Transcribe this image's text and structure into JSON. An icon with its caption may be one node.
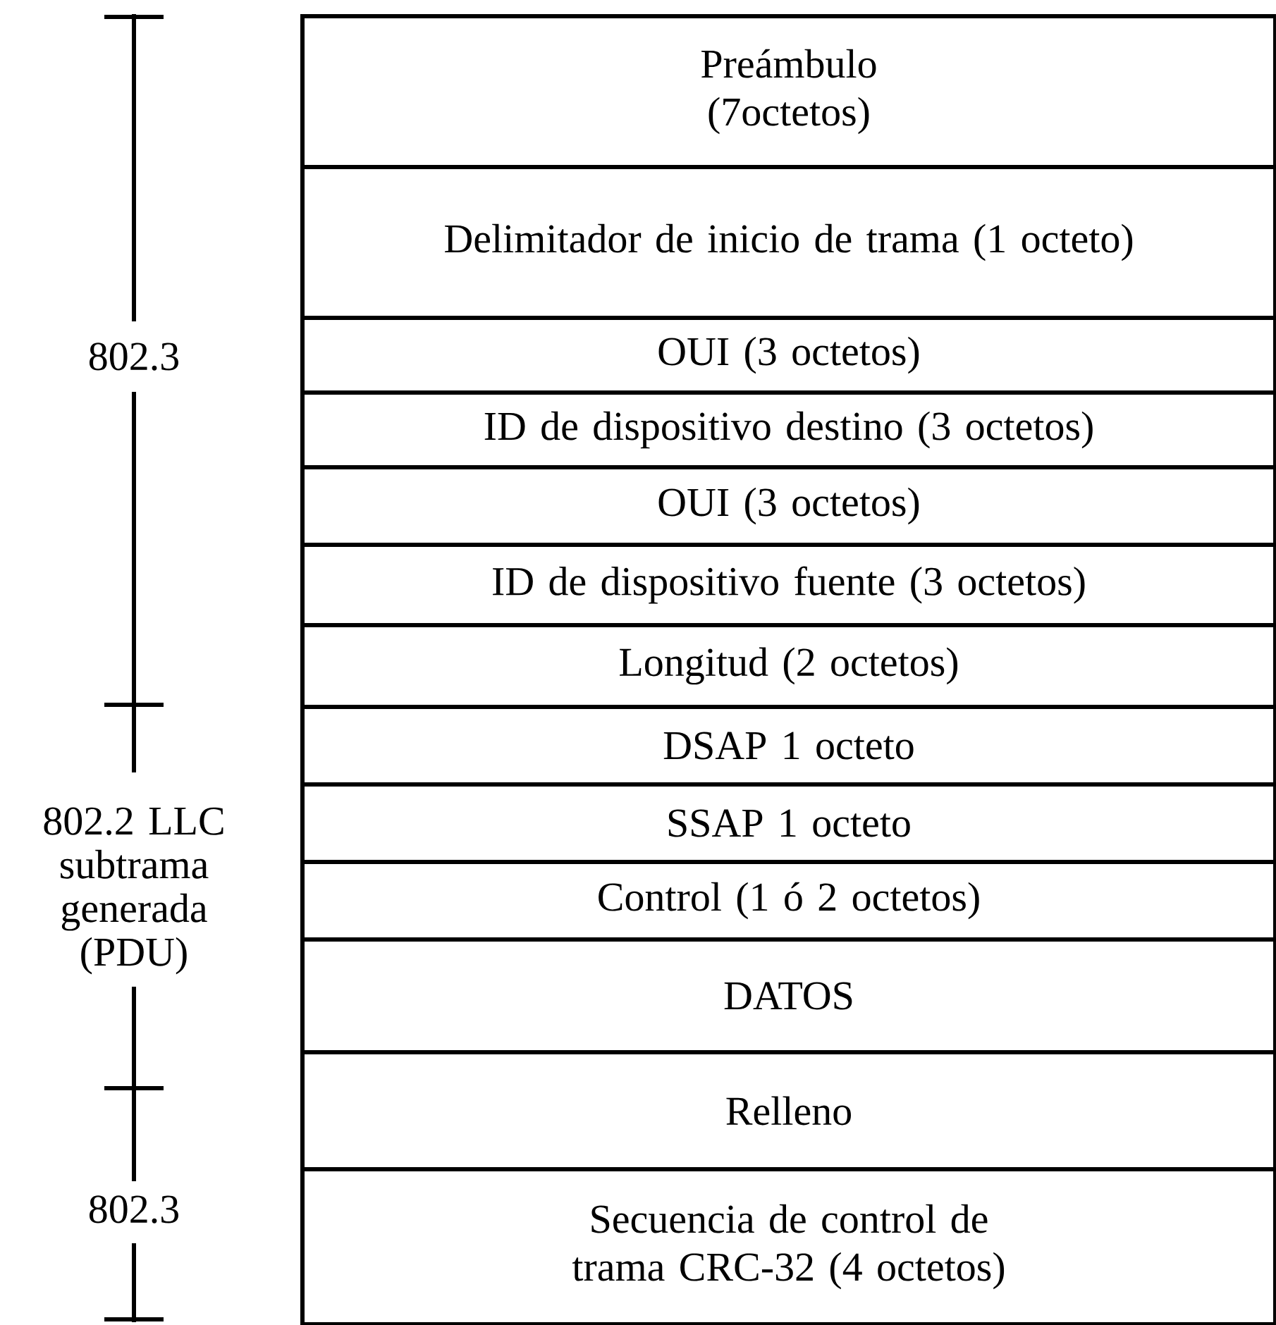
{
  "diagram": {
    "nodes": [
      {
        "text": [
          "Preámbulo (7octetos)"
        ]
      },
      {
        "text": [
          "Delimitador de inicio de trama (1 octeto)"
        ]
      },
      {
        "text": [
          "OUI (3 octetos)"
        ]
      },
      {
        "text": [
          "ID de dispositivo destino (3 octetos)"
        ]
      },
      {
        "text": [
          "OUI (3 octetos)"
        ]
      },
      {
        "text": [
          "ID de dispositivo fuente (3 octetos)"
        ]
      },
      {
        "text": [
          "Longitud (2 octetos)"
        ]
      },
      {
        "text": [
          "DSAP 1 octeto"
        ]
      },
      {
        "text": [
          "SSAP 1 octeto"
        ]
      },
      {
        "text": [
          "Control (1 ó 2 octetos)"
        ]
      },
      {
        "text": [
          "DATOS"
        ]
      },
      {
        "text": [
          "Relleno"
        ]
      },
      {
        "text": [
          "Secuencia de control de trama CRC-32 (4 octetos)"
        ]
      }
    ],
    "labels": [
      "802.3",
      "802.2 LLC subtrama generada (PDU)",
      "802.3"
    ]
  }
}
